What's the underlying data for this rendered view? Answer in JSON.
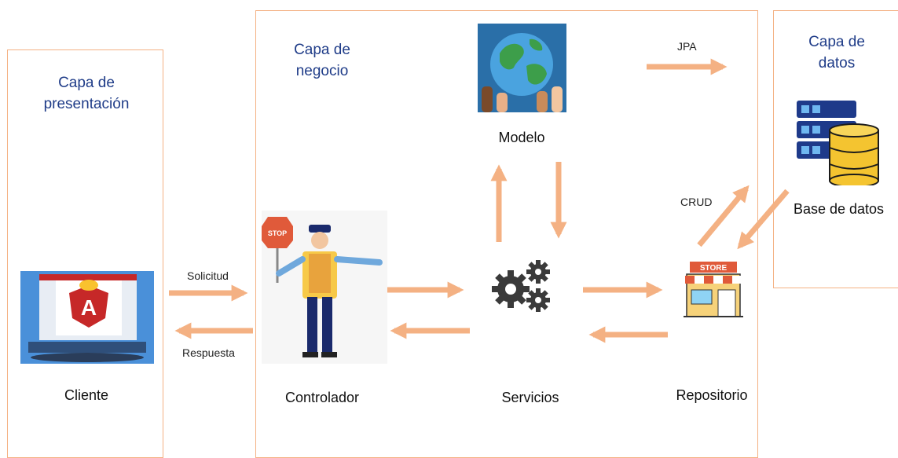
{
  "layers": {
    "presentation": {
      "title": "Capa de\npresentación"
    },
    "business": {
      "title": "Capa de\nnegocio"
    },
    "data": {
      "title": "Capa de\ndatos"
    }
  },
  "components": {
    "client": "Cliente",
    "controller": "Controlador",
    "services": "Servicios",
    "model": "Modelo",
    "repository": "Repositorio",
    "database": "Base de datos"
  },
  "arrow_labels": {
    "request": "Solicitud",
    "response": "Respuesta",
    "jpa": "JPA",
    "crud": "CRUD"
  },
  "badges": {
    "stop": "STOP",
    "store": "STORE"
  },
  "colors": {
    "panel_border": "#f4b183",
    "arrow": "#f4b183",
    "title": "#1f3c88"
  }
}
